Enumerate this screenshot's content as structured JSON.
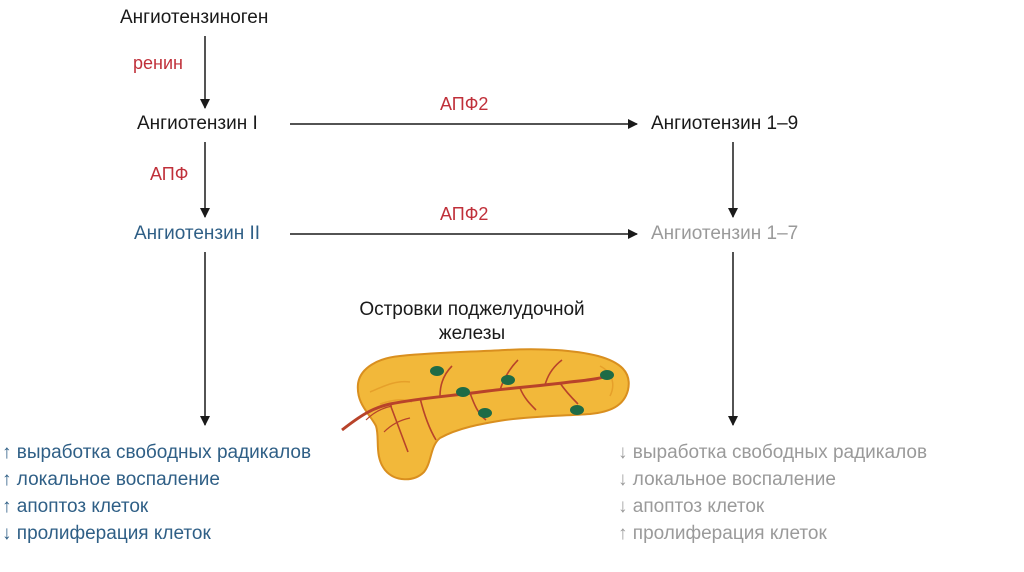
{
  "colors": {
    "black": "#1a1a1a",
    "enzyme": "#c0303a",
    "blue": "#2f5f86",
    "gray": "#9a9a9a",
    "pancreas_fill": "#f2b83a",
    "pancreas_edge": "#d98f1f",
    "vessel": "#b8432a",
    "islet": "#1f6b46"
  },
  "nodes": {
    "angiotensinogen": "Ангиотензиноген",
    "angiotensin_1": "Ангиотензин I",
    "angiotensin_1_9": "Ангиотензин 1–9",
    "angiotensin_2": "Ангиотензин II",
    "angiotensin_1_7": "Ангиотензин 1–7"
  },
  "enzymes": {
    "renin": "ренин",
    "ace": "АПФ",
    "ace2_top": "АПФ2",
    "ace2_bottom": "АПФ2"
  },
  "pancreas_caption": {
    "line1": "Островки поджелудочной",
    "line2": "железы"
  },
  "effects_left": [
    "↑ выработка свободных радикалов",
    "↑ локальное воспаление",
    "↑ апоптоз клеток",
    "↓ пролиферация клеток"
  ],
  "effects_right": [
    "↓ выработка свободных радикалов",
    "↓ локальное воспаление",
    "↓ апоптоз клеток",
    "↑ пролиферация клеток"
  ],
  "icons": {
    "pancreas": "pancreas-illustration",
    "islets": "islet-dot"
  }
}
